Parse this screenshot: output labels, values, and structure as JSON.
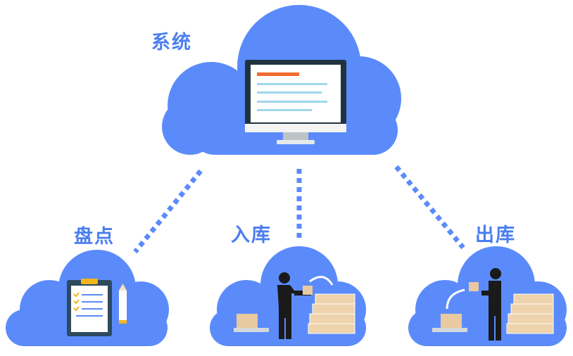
{
  "colors": {
    "cloud": "#5B8BFB",
    "label": "#4A7EF0",
    "line": "#5B8BFB",
    "accent": "#F26B2E",
    "screen_line": "#9ED6EC"
  },
  "nodes": {
    "system": {
      "label": "系统"
    },
    "inventory": {
      "label": "盘点"
    },
    "inbound": {
      "label": "入库"
    },
    "outbound": {
      "label": "出库"
    }
  }
}
